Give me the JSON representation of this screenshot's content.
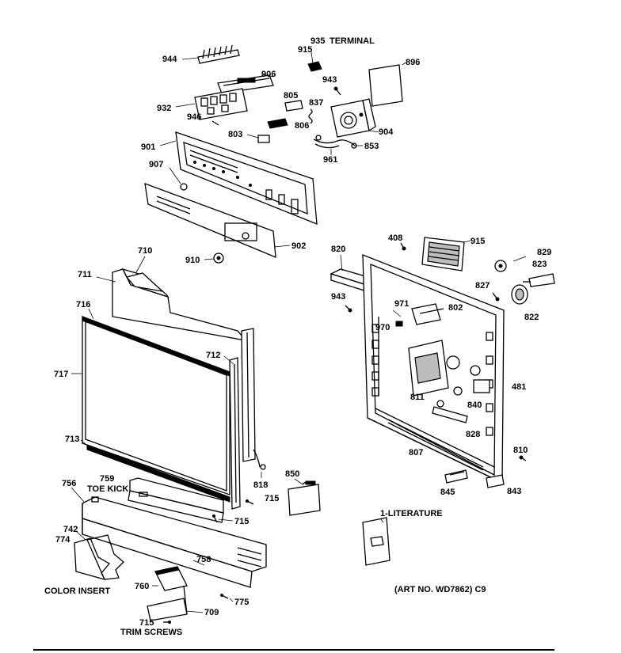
{
  "labels": {
    "l944": "944",
    "l935": "935",
    "l935t": "TERMINAL",
    "l915a": "915",
    "l896": "896",
    "l906": "906",
    "l943a": "943",
    "l932": "932",
    "l805": "805",
    "l837": "837",
    "l946": "946",
    "l806": "806",
    "l904": "904",
    "l803": "803",
    "l901": "901",
    "l853": "853",
    "l961": "961",
    "l907": "907",
    "l902": "902",
    "l910": "910",
    "l408": "408",
    "l915b": "915",
    "l829": "829",
    "l820": "820",
    "l823": "823",
    "l710": "710",
    "l711": "711",
    "l827": "827",
    "l943b": "943",
    "l971": "971",
    "l802": "802",
    "l822": "822",
    "l716": "716",
    "l970": "970",
    "l712": "712",
    "l717": "717",
    "l481": "481",
    "l811": "811",
    "l840": "840",
    "l828": "828",
    "l713": "713",
    "l807": "807",
    "l810": "810",
    "l850": "850",
    "l818": "818",
    "l756": "756",
    "l759": "759",
    "l759t": "TOE KICK",
    "l715a": "715",
    "l845": "845",
    "l843": "843",
    "l715b": "715",
    "l742": "742",
    "l1lit": "1-LITERATURE",
    "l774": "774",
    "l758": "758",
    "l760": "760",
    "lcolor": "COLOR INSERT",
    "lart": "(ART NO. WD7862) C9",
    "l775": "775",
    "l715c": "715",
    "l709": "709",
    "ltrim": "TRIM SCREWS"
  },
  "icons": {
    "screw": "screw-icon",
    "bracket": "bracket-icon"
  }
}
